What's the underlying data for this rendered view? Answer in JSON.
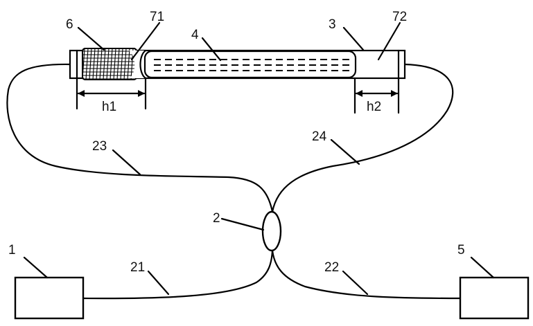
{
  "labels": {
    "n1": "1",
    "n2": "2",
    "n3": "3",
    "n4": "4",
    "n5": "5",
    "n6": "6",
    "n21": "21",
    "n22": "22",
    "n23": "23",
    "n24": "24",
    "n71": "71",
    "n72": "72",
    "h1": "h1",
    "h2": "h2"
  }
}
